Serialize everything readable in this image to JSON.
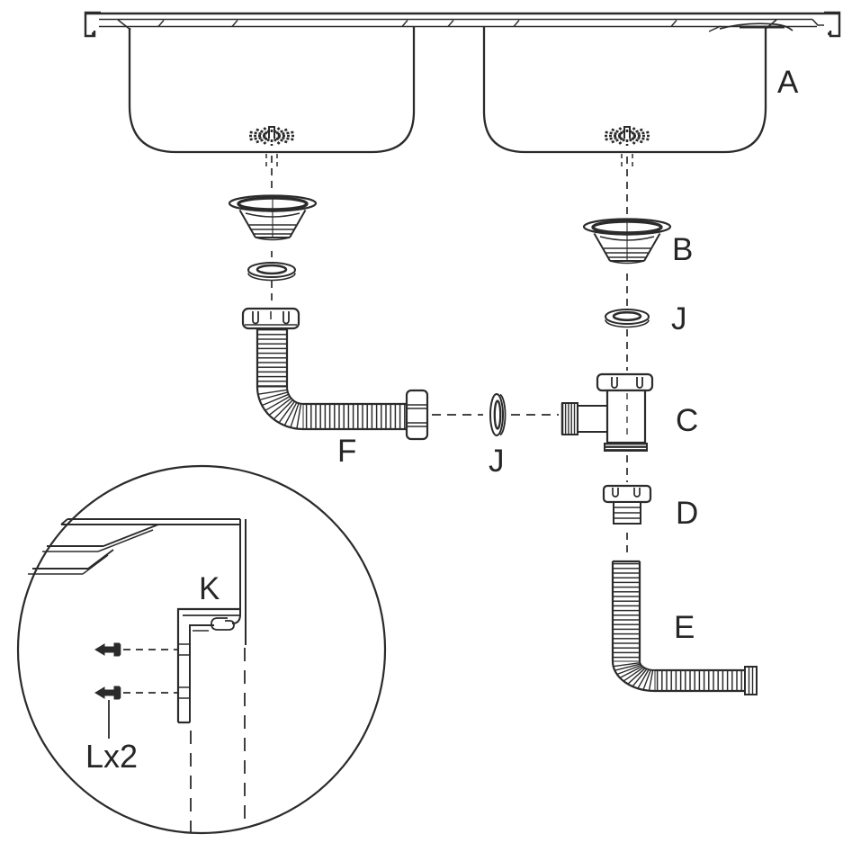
{
  "colors": {
    "background": "#ffffff",
    "line": "#2b2b2b",
    "label": "#262626"
  },
  "diagram": {
    "type": "exploded-assembly-drawing",
    "labels": {
      "sink": "A",
      "strainer_basket": "B",
      "tee_fitting": "C",
      "adapter": "D",
      "outlet_hose": "E",
      "inlet_hose": "F",
      "washer_upper": "J",
      "washer_side": "J",
      "mounting_bracket": "K",
      "screws": "Lx2"
    }
  }
}
